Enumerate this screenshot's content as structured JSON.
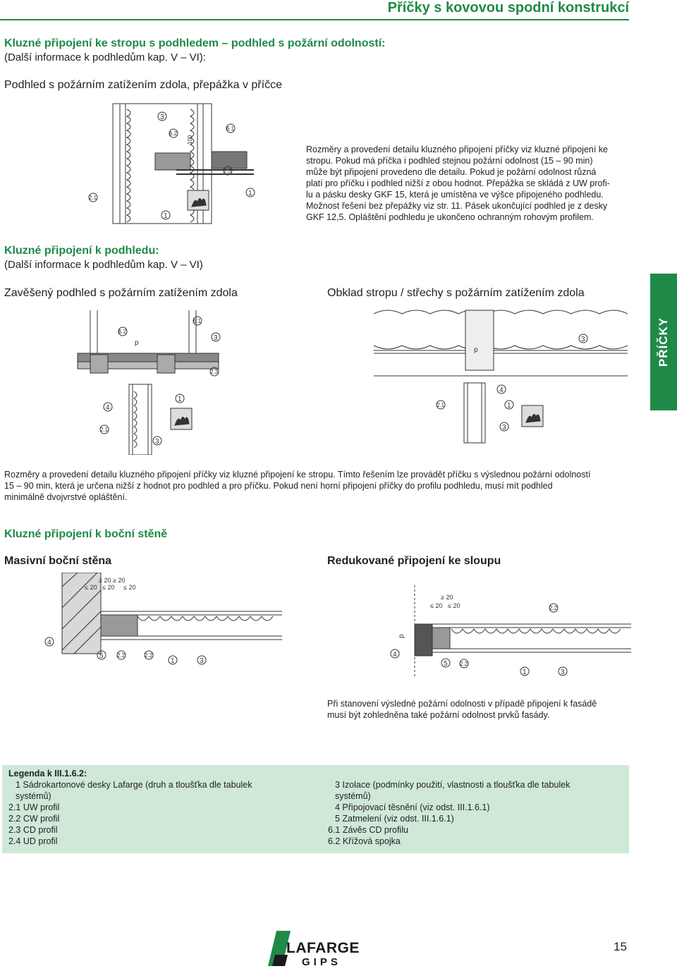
{
  "header": {
    "title": "Příčky s kovovou spodní konstrukcí"
  },
  "section1": {
    "heading": "Kluzné připojení ke stropu s podhledem – podhled s požární odolností:",
    "heading_note": "(Další informace k podhledům kap. V – VI):",
    "subheading": "Podhled s požárním zatížením zdola, přepážka v příčce",
    "paragraph_lines": [
      "Rozměry a provedení detailu kluzného připojení příčky viz kluzné připojení ke",
      "stropu. Pokud má příčka i podhled stejnou požární odolnost (15 – 90 min)",
      "může být připojení provedeno dle detailu. Pokud je požární odolnost různá",
      "platí pro příčku i podhled nižší z obou hodnot. Přepážka se skládá z UW profi-",
      "lu a pásku desky GKF 15, která je umístěna ve výšce připojeného podhledu.",
      "Možnost řešení bez přepážky viz str. 11. Pásek ukončující podhled je z desky",
      "GKF 12,5. Opláštění podhledu je ukončeno ochranným rohovým profilem."
    ],
    "diagram_labels": {
      "l3": "3",
      "l62": "6.2",
      "l61": "6.1",
      "l100": "100",
      "l23": "2.3",
      "l21": "2.1",
      "l1a": "1",
      "l1b": "1"
    }
  },
  "section2": {
    "heading": "Kluzné připojení k podhledu:",
    "heading_note": "(Další informace k podhledům kap. V – VI)",
    "left_subheading": "Zavěšený podhled s požárním zatížením zdola",
    "right_subheading": "Obklad stropu / střechy s požárním zatížením zdola",
    "left_labels": {
      "l62": "6.2",
      "lp": "p",
      "l61": "6.1",
      "l3a": "3",
      "l23": "2.3",
      "l4": "4",
      "l1": "1",
      "l21": "2.1",
      "l3b": "3"
    },
    "right_labels": {
      "lp": "p",
      "l3a": "3",
      "l4": "4",
      "l21": "2.1",
      "l1": "1",
      "l3b": "3"
    },
    "paragraph_lines": [
      "Rozměry a provedení detailu kluzného připojení příčky viz kluzné připojení ke stropu. Tímto řešením lze provádět příčku s výslednou požární odolností",
      "15 – 90 min, která je určena nižší z hodnot pro podhled a pro příčku. Pokud není horní připojení příčky do profilu podhledu, musí mít podhled",
      "minimálně dvojvrstvé opláštění."
    ]
  },
  "side_tab": {
    "label": "PŘÍČKY"
  },
  "section3": {
    "heading": "Kluzné připojení k boční stěně",
    "left_subheading": "Masivní boční stěna",
    "right_subheading": "Redukované připojení ke sloupu",
    "left_labels": {
      "ge20a": "≥ 20",
      "ge20b": "≥ 20",
      "le20a": "≤ 20",
      "le20b": "≤ 20",
      "le20c": "≤ 20",
      "l4": "4",
      "l5": "5",
      "l22a": "2.2",
      "l22b": "2.2",
      "l1": "1",
      "l3": "3"
    },
    "right_labels": {
      "ge20": "≥ 20",
      "le20a": "≤ 20",
      "le20b": "≤ 20",
      "l22top": "2.2",
      "lp": "p",
      "l4": "4",
      "l5": "5",
      "l22": "2.2",
      "l1": "1",
      "l3": "3"
    },
    "note_lines": [
      "Při stanovení výsledné požární odolnosti v případě připojení k fasádě",
      "musí být zohledněna také požární odolnost prvků fasády."
    ]
  },
  "legend": {
    "title": "Legenda k III.1.6.2:",
    "left_items": [
      "1 Sádrokartonové desky Lafarge (druh a tloušťka dle tabulek",
      "systémů)",
      "2.1 UW profil",
      "2.2 CW profil",
      "2.3 CD profil",
      "2.4 UD profil"
    ],
    "right_items": [
      "3 Izolace (podmínky použití, vlastnosti a tloušťka dle tabulek",
      "systémů)",
      "4 Připojovací těsnění (viz odst. III.1.6.1)",
      "5 Zatmelení (viz odst. III.1.6.1)",
      "6.1 Závěs CD profilu",
      "6.2 Křížová spojka"
    ]
  },
  "footer": {
    "page_number": "15",
    "logo_word1": "LAFARGE",
    "logo_word2": "GIPS"
  },
  "colors": {
    "accent": "#1f8a48",
    "legend_bg": "#cfe8d8",
    "drawing": "#333333"
  }
}
